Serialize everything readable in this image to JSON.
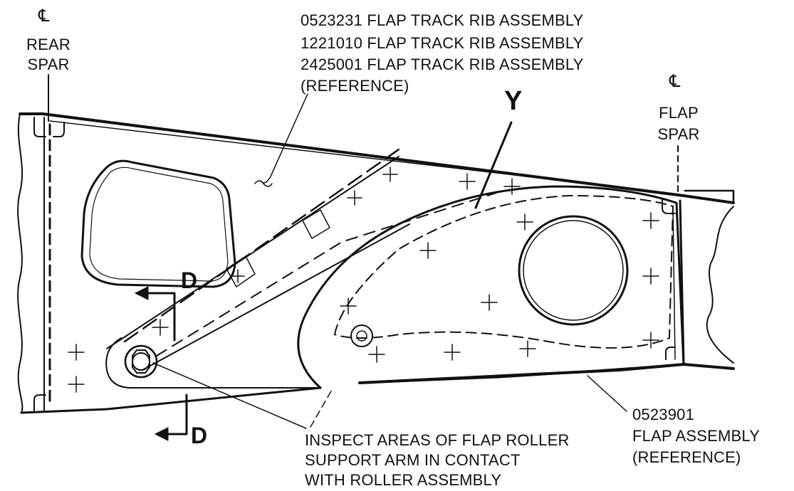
{
  "labels": {
    "rear_spar_symbol": "℄",
    "rear_spar_line1": "REAR",
    "rear_spar_line2": "SPAR",
    "flap_spar_symbol": "℄",
    "flap_spar_line1": "FLAP",
    "flap_spar_line2": "SPAR",
    "rib_line1": "0523231 FLAP TRACK RIB ASSEMBLY",
    "rib_line2": "1221010 FLAP TRACK RIB ASSEMBLY",
    "rib_line3": "2425001 FLAP TRACK RIB ASSEMBLY",
    "rib_line4": "(REFERENCE)",
    "view_y": "Y",
    "section_top": "D",
    "section_bottom": "D",
    "flap_line1": "0523901",
    "flap_line2": "FLAP ASSEMBLY",
    "flap_line3": "(REFERENCE)",
    "inspect_line1": "INSPECT AREAS OF FLAP ROLLER",
    "inspect_line2": "SUPPORT ARM IN CONTACT",
    "inspect_line3": "WITH ROLLER ASSEMBLY"
  }
}
